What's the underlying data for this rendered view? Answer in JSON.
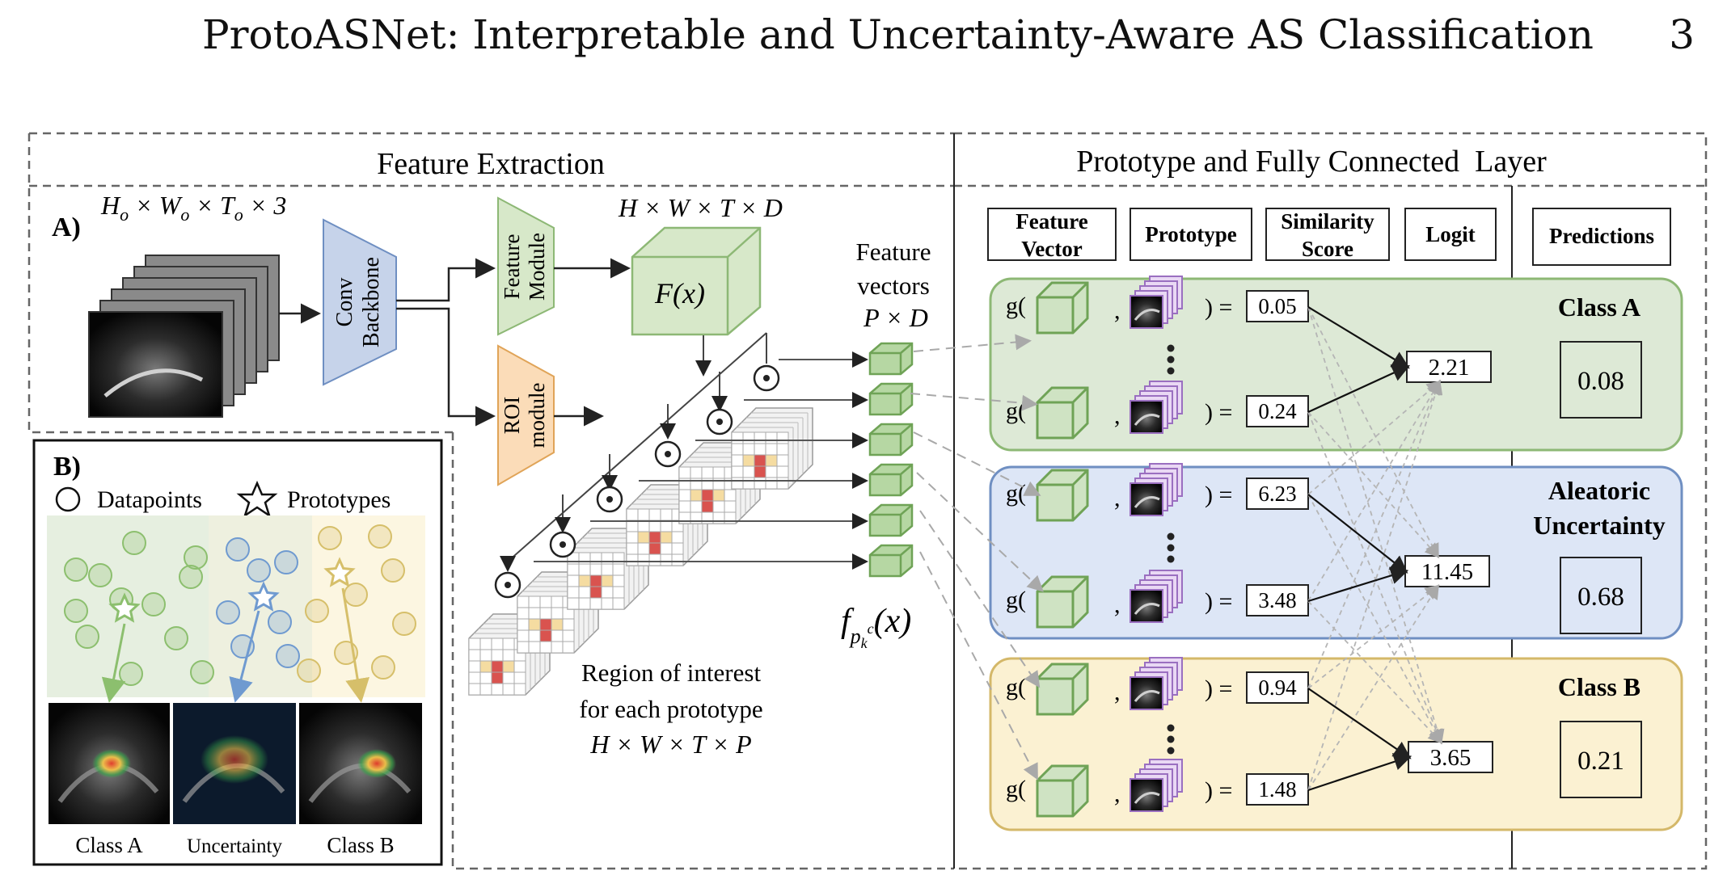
{
  "header": {
    "title": "ProtoASNet: Interpretable and Uncertainty-Aware AS Classification",
    "page_number": "3"
  },
  "panel_a": {
    "section_label": "A)",
    "feature_extraction_title": "Feature Extraction",
    "input_dims": "H_o × W_o × T_o × 3",
    "conv_backbone": [
      "Conv",
      "Backbone"
    ],
    "feature_module": [
      "Feature",
      "Module"
    ],
    "roi_module": [
      "ROI",
      "module"
    ],
    "feature_dims": "H × W × T × D",
    "feature_map": "F(x)",
    "feature_vectors_label": [
      "Feature",
      "vectors",
      "P × D"
    ],
    "feature_vector_symbol": "f_{p_k^c}(x)",
    "roi_label": [
      "Region of interest",
      "for each prototype",
      "H × W × T × P"
    ],
    "odot": "⊙"
  },
  "panel_right": {
    "title": "Prototype and Fully Connected  Layer",
    "col_headers": [
      [
        "Feature",
        "Vector"
      ],
      [
        "Prototype"
      ],
      [
        "Similarity",
        "Score"
      ],
      [
        "Logit"
      ]
    ],
    "predictions_header": "Predictions",
    "g_open": "g(",
    "g_close": ") =",
    "comma": ",",
    "groups": [
      {
        "name": "Class A",
        "scores": [
          "0.05",
          "0.24"
        ],
        "logit": "2.21",
        "prediction": "0.08",
        "color": "#dde9d6",
        "border": "#8db875"
      },
      {
        "name": "Aleatoric Uncertainty",
        "name_lines": [
          "Aleatoric",
          "Uncertainty"
        ],
        "scores": [
          "6.23",
          "3.48"
        ],
        "logit": "11.45",
        "prediction": "0.68",
        "color": "#dde6f6",
        "border": "#6f8fc2"
      },
      {
        "name": "Class B",
        "scores": [
          "0.94",
          "1.48"
        ],
        "logit": "3.65",
        "prediction": "0.21",
        "color": "#fbf1d2",
        "border": "#d4b869"
      }
    ]
  },
  "panel_b": {
    "section_label": "B)",
    "legend": [
      "Datapoints",
      "Prototypes"
    ],
    "image_labels": [
      "Class A",
      "Uncertainty",
      "Class B"
    ],
    "colors": {
      "class_a": "#8cbf6e",
      "uncertainty": "#6f9ad0",
      "class_b": "#d6bf6a"
    }
  }
}
